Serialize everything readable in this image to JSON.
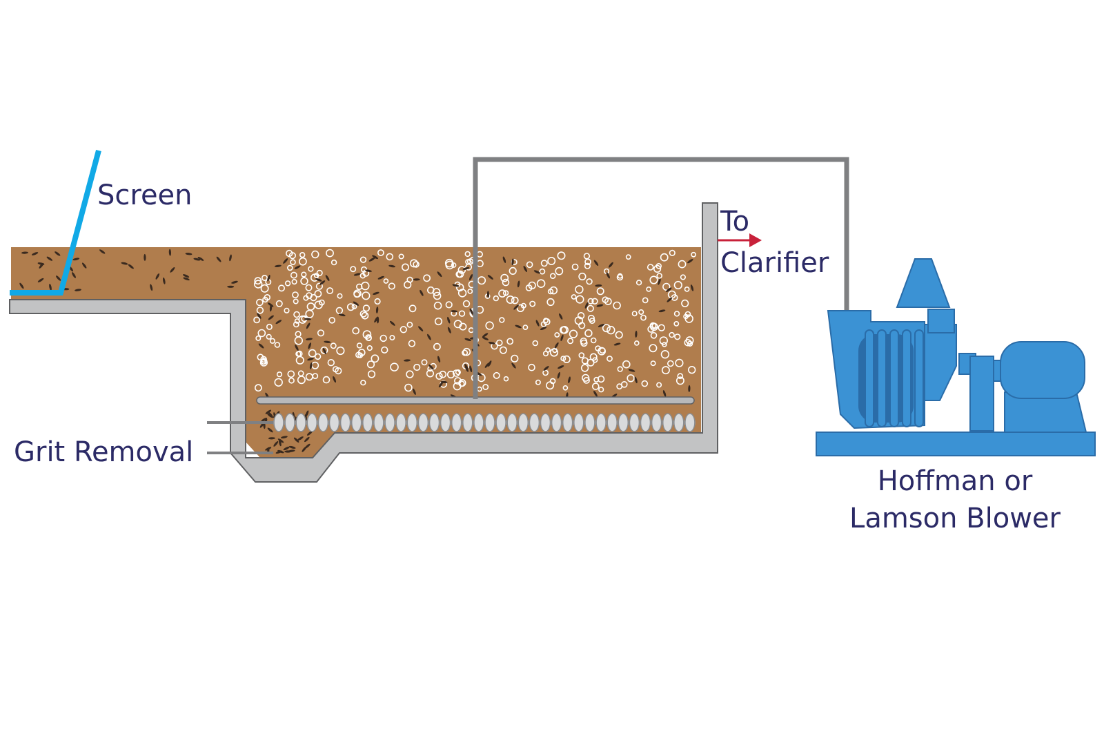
{
  "labels": {
    "screen": "Screen",
    "to": "To",
    "clarifier": "Clarifier",
    "grit_removal": "Grit Removal",
    "blower_line1": "Hoffman or",
    "blower_line2": "Lamson Blower"
  },
  "colors": {
    "sewage": "#b07d4d",
    "tank_wall": "#c2c3c4",
    "tank_outline": "#5f6062",
    "pipe": "#7f8082",
    "screen": "#11a9e6",
    "blower": "#3b92d4",
    "blower_dark": "#2a6ca8",
    "arrow": "#c8213a",
    "label_text": "#2b2a66",
    "bubble": "#ffffff",
    "grit": "#3a2a1f"
  },
  "icons": {
    "blower": "centrifugal-blower-icon",
    "screen": "bar-screen-icon",
    "arrow": "flow-arrow-icon"
  }
}
